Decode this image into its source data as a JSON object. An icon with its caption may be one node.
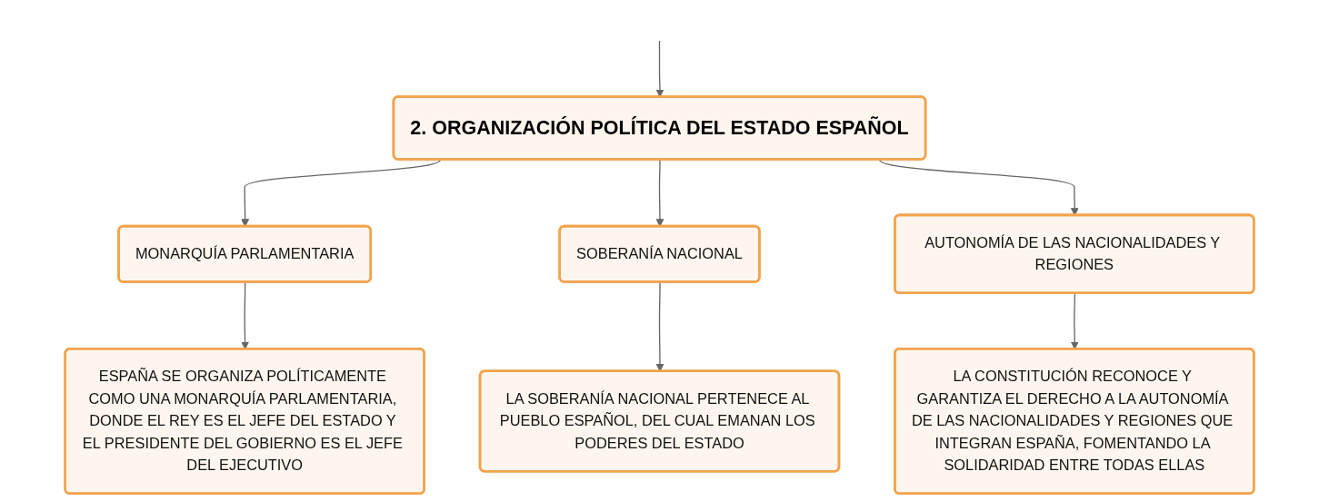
{
  "diagram": {
    "nodes": [
      {
        "text": [
          "2. ORGANIZACIÓN POLÍTICA DEL ESTADO ESPAÑOL"
        ]
      },
      {
        "text": [
          "MONARQUÍA PARLAMENTARIA"
        ]
      },
      {
        "text": [
          "SOBERANÍA NACIONAL"
        ]
      },
      {
        "text": [
          "AUTONOMÍA DE LAS NACIONALIDADES Y REGIONES"
        ]
      },
      {
        "text": [
          "ESPAÑA SE ORGANIZA POLÍTICAMENTE COMO UNA MONARQUÍA PARLAMENTARIA, DONDE EL REY ES EL JEFE DEL ESTADO Y EL PRESIDENTE DEL GOBIERNO ES EL JEFE DEL EJECUTIVO"
        ]
      },
      {
        "text": [
          "LA SOBERANÍA NACIONAL PERTENECE AL PUEBLO ESPAÑOL, DEL CUAL EMANAN LOS PODERES DEL ESTADO"
        ]
      },
      {
        "text": [
          "LA CONSTITUCIÓN RECONOCE Y GARANTIZA EL DERECHO A LA AUTONOMÍA DE LAS NACIONALIDADES Y REGIONES QUE INTEGRAN ESPAÑA, FOMENTANDO LA SOLIDARIDAD ENTRE TODAS ELLAS"
        ]
      }
    ],
    "edges": [
      {
        "from": null,
        "to": 0,
        "arrow": "to"
      },
      {
        "from": 0,
        "to": 1,
        "arrow": "to"
      },
      {
        "from": 0,
        "to": 2,
        "arrow": "to"
      },
      {
        "from": 0,
        "to": 3,
        "arrow": "to"
      },
      {
        "from": 1,
        "to": 4,
        "arrow": "to"
      },
      {
        "from": 2,
        "to": 5,
        "arrow": "to"
      },
      {
        "from": 3,
        "to": 6,
        "arrow": "to"
      }
    ]
  }
}
